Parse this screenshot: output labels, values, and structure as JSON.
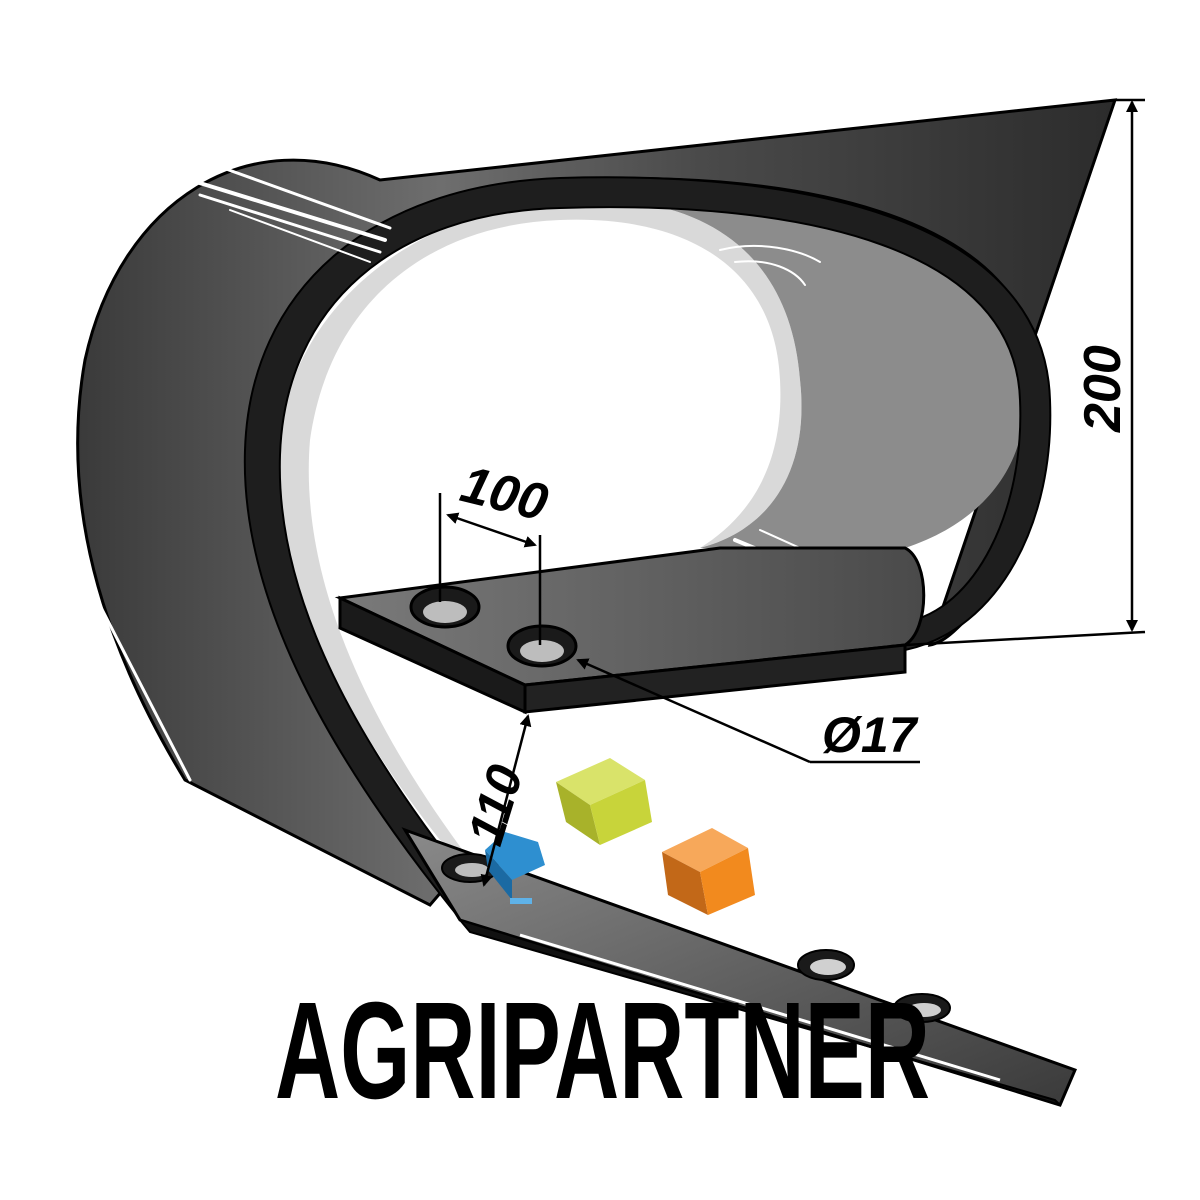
{
  "drawing": {
    "dimensions": {
      "height": "200",
      "hole_spacing": "100",
      "hole_diameter": "Ø17",
      "gap": "110"
    },
    "colors": {
      "steel_dark": "#2a2a2a",
      "steel_mid": "#5a5a5a",
      "steel_light": "#a8a8a8",
      "highlight": "#ffffff",
      "outline": "#000000"
    }
  },
  "brand": {
    "name": "AGRIPARTNER",
    "logo_colors": {
      "yellow_green": "#c8d43a",
      "orange": "#f28a1e",
      "blue": "#2e8fd0"
    }
  }
}
